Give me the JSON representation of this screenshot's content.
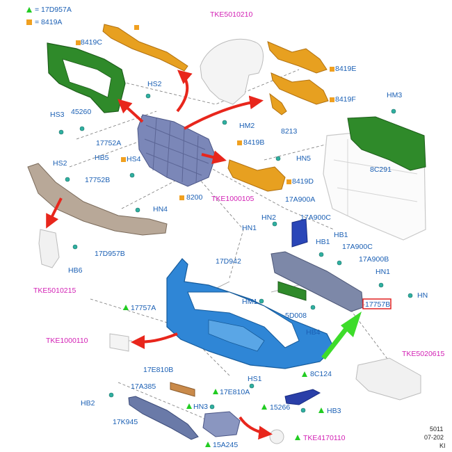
{
  "legend": [
    {
      "symbol": "triangle",
      "color": "#22cc22",
      "text": "= 17D957A"
    },
    {
      "symbol": "square",
      "color": "#f0a020",
      "text": "= 8419A"
    }
  ],
  "labels": {
    "p8419C": "8419C",
    "pTKE5010210": "TKE5010210",
    "p8419E": "8419E",
    "p8419F": "8419F",
    "p8213": "8213",
    "pHM3": "HM3",
    "p8C291": "8C291",
    "pHS2a": "HS2",
    "pHS3": "HS3",
    "p45260": "45260",
    "p17752A": "17752A",
    "pHB5": "HB5",
    "pHM2": "HM2",
    "p8419B": "8419B",
    "pHS4": "HS4",
    "pHN5": "HN5",
    "pHS2b": "HS2",
    "p17752B": "17752B",
    "p8200": "8200",
    "pTKE1000105": "TKE1000105",
    "p8419D": "8419D",
    "pHN4": "HN4",
    "p17A900A": "17A900A",
    "pHN2": "HN2",
    "p17A900C_1": "17A900C",
    "pHN1a": "HN1",
    "pHB1a": "HB1",
    "pHB1b": "HB1",
    "p17A900C_2": "17A900C",
    "p17A900B": "17A900B",
    "pHN1b": "HN1",
    "pHN_edge": "HN",
    "pTKE5010215": "TKE5010215",
    "pHB6": "HB6",
    "p17D957B": "17D957B",
    "p17D942": "17D942",
    "p17757A": "17757A",
    "pHM1": "HM1",
    "p5D008": "5D008",
    "pHB4": "HB4",
    "p17757B": "17757B",
    "pTKE1000110": "TKE1000110",
    "pTKE5020615": "TKE5020615",
    "p17E810B": "17E810B",
    "pHS1": "HS1",
    "p8C124": "8C124",
    "p17A385": "17A385",
    "p17E810A": "17E810A",
    "pHB2": "HB2",
    "pHN3": "HN3",
    "p15266": "15266",
    "pHB3": "HB3",
    "p17K945": "17K945",
    "p15A245": "15A245",
    "pTKE4170110": "TKE4170110",
    "corner1": "5011",
    "corner2": "07-202",
    "corner3": "KI"
  },
  "colors": {
    "label_blue": "#1a5fb4",
    "tke_magenta": "#d21fb4",
    "legend_green": "#22cc22",
    "legend_orange": "#f0a020",
    "highlight_box": "#e02020",
    "arrow_red": "#e8261c",
    "arrow_green": "#3ddc2a",
    "bumper_blue": "#2f86d6",
    "grille_green": "#2f8a2a",
    "trim_orange": "#e7a020",
    "grille_grey": "#7b87b8"
  }
}
